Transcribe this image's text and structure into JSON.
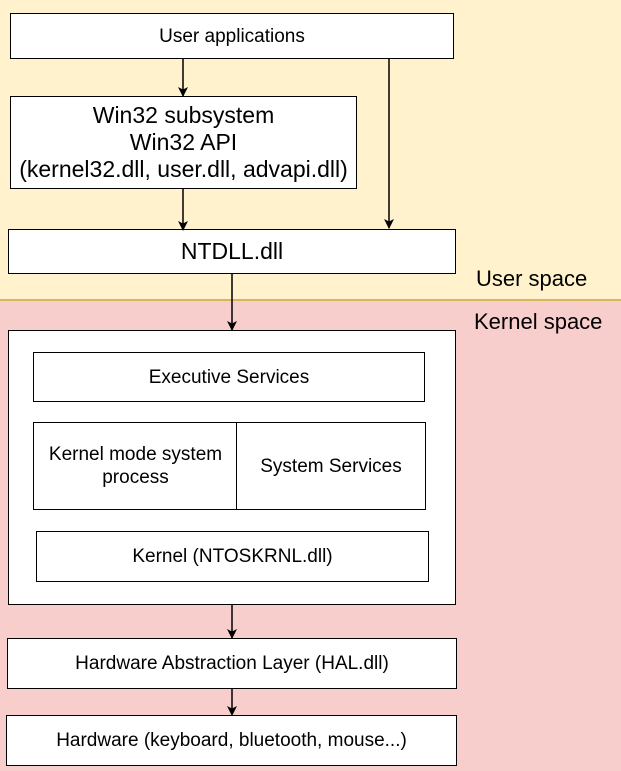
{
  "regions": {
    "user_space": "User space",
    "kernel_space": "Kernel space"
  },
  "boxes": {
    "user_applications": "User applications",
    "win32_line1": "Win32 subsystem",
    "win32_line2": "Win32 API",
    "win32_line3": "(kernel32.dll, user.dll, advapi.dll)",
    "ntdll": "NTDLL.dll",
    "executive_services": "Executive Services",
    "kernel_mode_system_process": "Kernel mode system process",
    "system_services": "System Services",
    "kernel": "Kernel (NTOSKRNL.dll)",
    "hal": "Hardware Abstraction Layer (HAL.dll)",
    "hardware": "Hardware (keyboard, bluetooth, mouse...)"
  },
  "colors": {
    "user_space_fill": "#fff2cc",
    "kernel_space_fill": "#f8cecc",
    "divider": "#d6b656",
    "box_fill": "#ffffff",
    "stroke": "#000000"
  }
}
